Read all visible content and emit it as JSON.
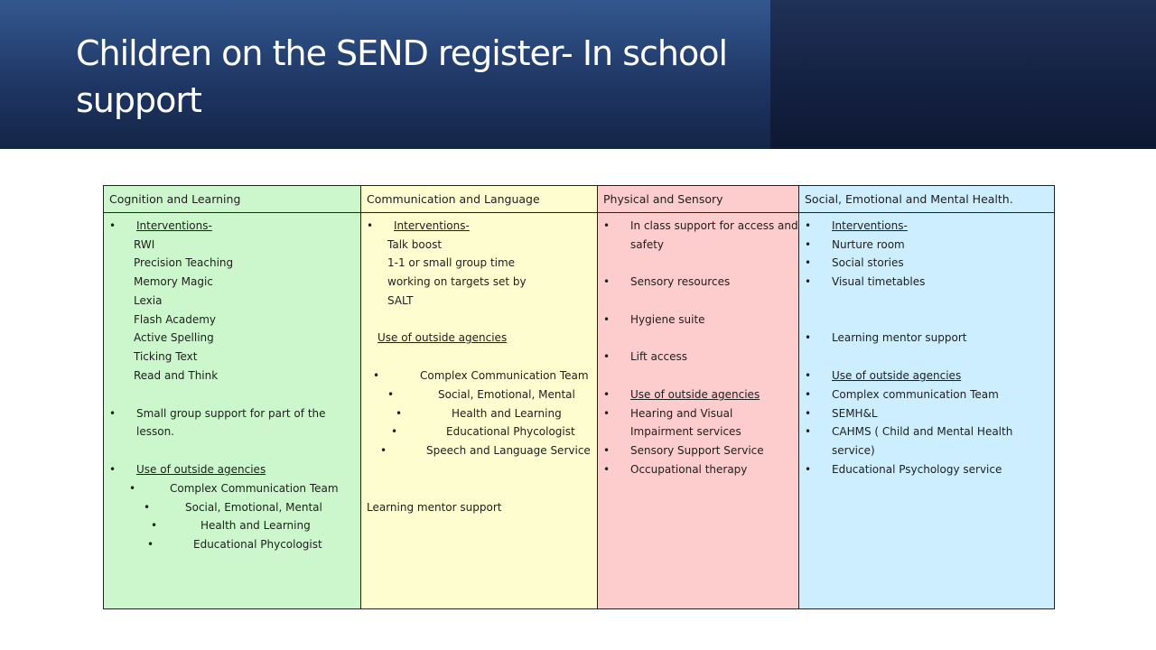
{
  "slide": {
    "title": "Children on the SEND register- In school support"
  },
  "table": {
    "headers": [
      "Cognition and Learning",
      "Communication and Language",
      "Physical and Sensory",
      "Social, Emotional and Mental Health."
    ],
    "bullet_char": "•",
    "cognition": {
      "interventions_label": "Interventions-",
      "interventions": [
        "RWI",
        "Precision Teaching",
        "Memory Magic",
        "Lexia",
        "Flash Academy",
        "Active Spelling",
        "Ticking Text",
        "Read and Think"
      ],
      "small_group": [
        "Small group support for part of the",
        "lesson."
      ],
      "outside_label": "Use of outside agencies",
      "outside": [
        "Complex Communication Team",
        "Social, Emotional, Mental",
        "Health and Learning",
        "Educational Phycologist"
      ]
    },
    "communication": {
      "interventions_label": "Interventions-",
      "interventions": [
        "Talk boost",
        "1-1 or small group   time",
        "working on targets set by",
        "SALT"
      ],
      "outside_label": "Use of outside agencies",
      "outside": [
        "Complex Communication Team",
        "Social, Emotional, Mental",
        "Health and Learning",
        "Educational Phycologist",
        "Speech and Language Service"
      ],
      "mentor": "Learning mentor support"
    },
    "physical": {
      "items": [
        [
          "In class support for access and",
          "safety"
        ],
        [
          "Sensory resources"
        ],
        [
          "Hygiene suite"
        ],
        [
          "Lift access"
        ]
      ],
      "outside_label": "Use of outside agencies",
      "outside": [
        [
          "Hearing and Visual",
          "Impairment services"
        ],
        [
          "Sensory Support Service"
        ],
        [
          "Occupational therapy"
        ]
      ]
    },
    "semh": {
      "interventions_label": "Interventions-",
      "interventions": [
        "Nurture room",
        "Social stories",
        "Visual timetables"
      ],
      "mentor": "Learning mentor support",
      "outside_label": "Use of outside agencies",
      "outside": [
        [
          "Complex communication Team"
        ],
        [
          "SEMH&L"
        ],
        [
          "CAHMS ( Child and Mental Health",
          "service)"
        ],
        [
          "Educational Psychology service"
        ]
      ]
    }
  }
}
